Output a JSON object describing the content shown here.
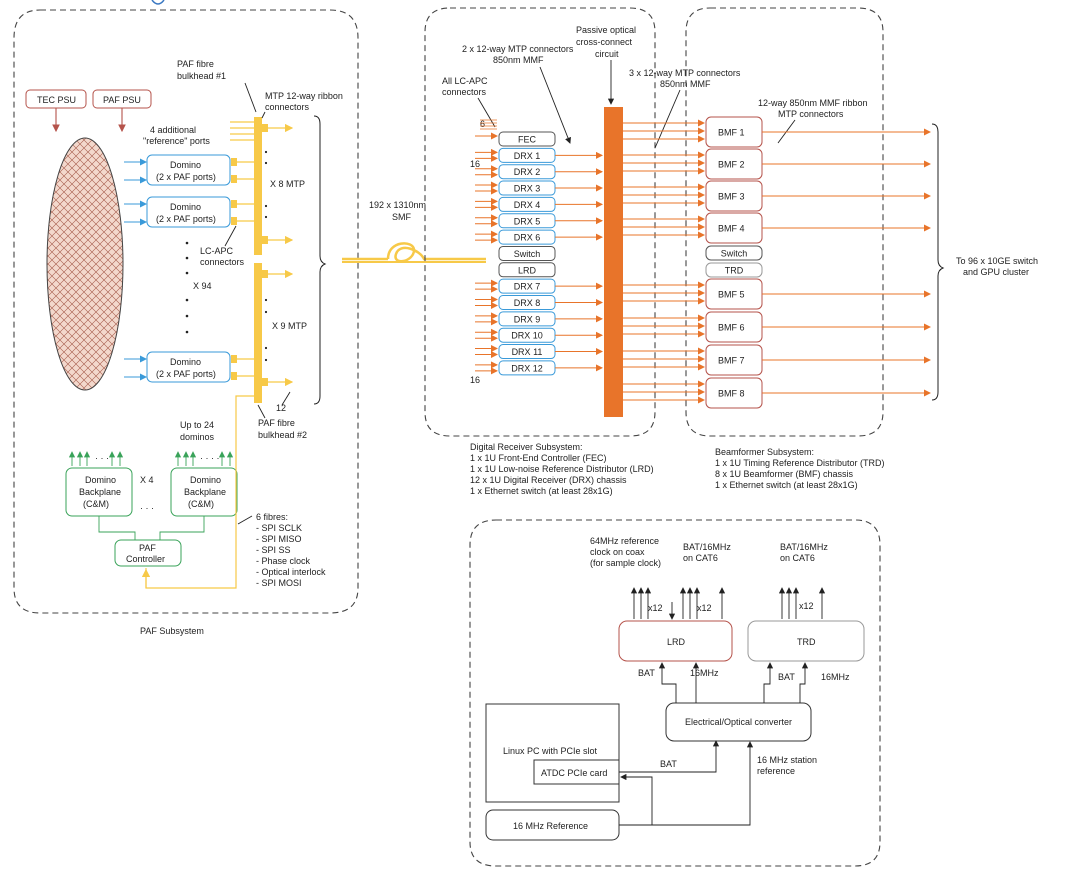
{
  "paf": {
    "subsystem_label": "PAF Subsystem",
    "tec_psu": "TEC PSU",
    "paf_psu": "PAF PSU",
    "bulkhead1": [
      "PAF fibre",
      "bulkhead #1"
    ],
    "bulkhead2": [
      "PAF fibre",
      "bulkhead #2"
    ],
    "mtp_ribbon": [
      "MTP 12-way ribbon",
      "connectors"
    ],
    "ref_ports": [
      "4 additional",
      "\"reference\" ports"
    ],
    "domino_title": "Domino",
    "domino_ports": "(2 x PAF ports)",
    "lc_apc": [
      "LC-APC",
      "connectors"
    ],
    "x94": "X 94",
    "x8mtp": "X 8 MTP",
    "x9mtp": "X 9 MTP",
    "twelve": "12",
    "up_to_24": [
      "Up to 24",
      "dominos"
    ],
    "backplane": [
      "Domino",
      "Backplane",
      "(C&M)"
    ],
    "x4": "X 4",
    "controller": [
      "PAF",
      "Controller"
    ],
    "fibres": [
      "6 fibres:",
      "- SPI SCLK",
      "- SPI MISO",
      "- SPI SS",
      "- Phase clock",
      "- Optical interlock",
      "- SPI MOSI"
    ]
  },
  "link": {
    "smf": [
      "192 x 1310nm",
      "SMF"
    ]
  },
  "dr": {
    "mtp_mmf": [
      "2 x 12-way MTP connectors",
      "850nm MMF"
    ],
    "all_lc": [
      "All LC-APC",
      "connectors"
    ],
    "six": "6",
    "sixteen_a": "16",
    "sixteen_b": "16",
    "passive": [
      "Passive optical",
      "cross-connect",
      "circuit"
    ],
    "mtp3": [
      "3 x 12-way MTP connectors",
      "850nm MMF"
    ],
    "boxes": [
      "FEC",
      "DRX 1",
      "DRX 2",
      "DRX 3",
      "DRX 4",
      "DRX 5",
      "DRX 6",
      "Switch",
      "LRD",
      "DRX 7",
      "DRX 8",
      "DRX 9",
      "DRX 10",
      "DRX 11",
      "DRX 12"
    ],
    "caption": [
      "Digital Receiver Subsystem:",
      "1 x 1U Front-End Controller (FEC)",
      "1 x 1U Low-noise Reference Distributor (LRD)",
      "12 x 1U Digital Receiver (DRX) chassis",
      "1 x Ethernet switch (at least 28x1G)"
    ]
  },
  "bf": {
    "ribbon": [
      "12-way 850nm MMF ribbon",
      "MTP connectors"
    ],
    "boxes": [
      "BMF 1",
      "BMF 2",
      "BMF 3",
      "BMF 4",
      "Switch",
      "TRD",
      "BMF 5",
      "BMF 6",
      "BMF 7",
      "BMF 8"
    ],
    "to_switch": [
      "To 96 x 10GE switch",
      "and GPU cluster"
    ],
    "caption": [
      "Beamformer Subsystem:",
      "1 x 1U Timing Reference Distributor (TRD)",
      "8 x 1U Beamformer (BMF) chassis",
      "1 x Ethernet switch (at least 28x1G)"
    ]
  },
  "timing": {
    "ref64": [
      "64MHz reference",
      "clock on coax",
      "(for sample clock)"
    ],
    "bat16a": [
      "BAT/16MHz",
      "on CAT6"
    ],
    "bat16b": [
      "BAT/16MHz",
      "on CAT6"
    ],
    "x12": "x12",
    "lrd": "LRD",
    "trd": "TRD",
    "bat": "BAT",
    "mhz16": "16MHz",
    "converter": "Electrical/Optical converter",
    "linux_pc": "Linux PC with PCIe slot",
    "atdc": "ATDC PCIe card",
    "station_ref": [
      "16 MHz station",
      "reference"
    ],
    "ref16": "16 MHz Reference"
  },
  "colors": {
    "orange": "#e8742a",
    "yellow": "#f7c948",
    "blue": "#3a9ad9",
    "red": "#b5534b",
    "green": "#3aa35a"
  }
}
